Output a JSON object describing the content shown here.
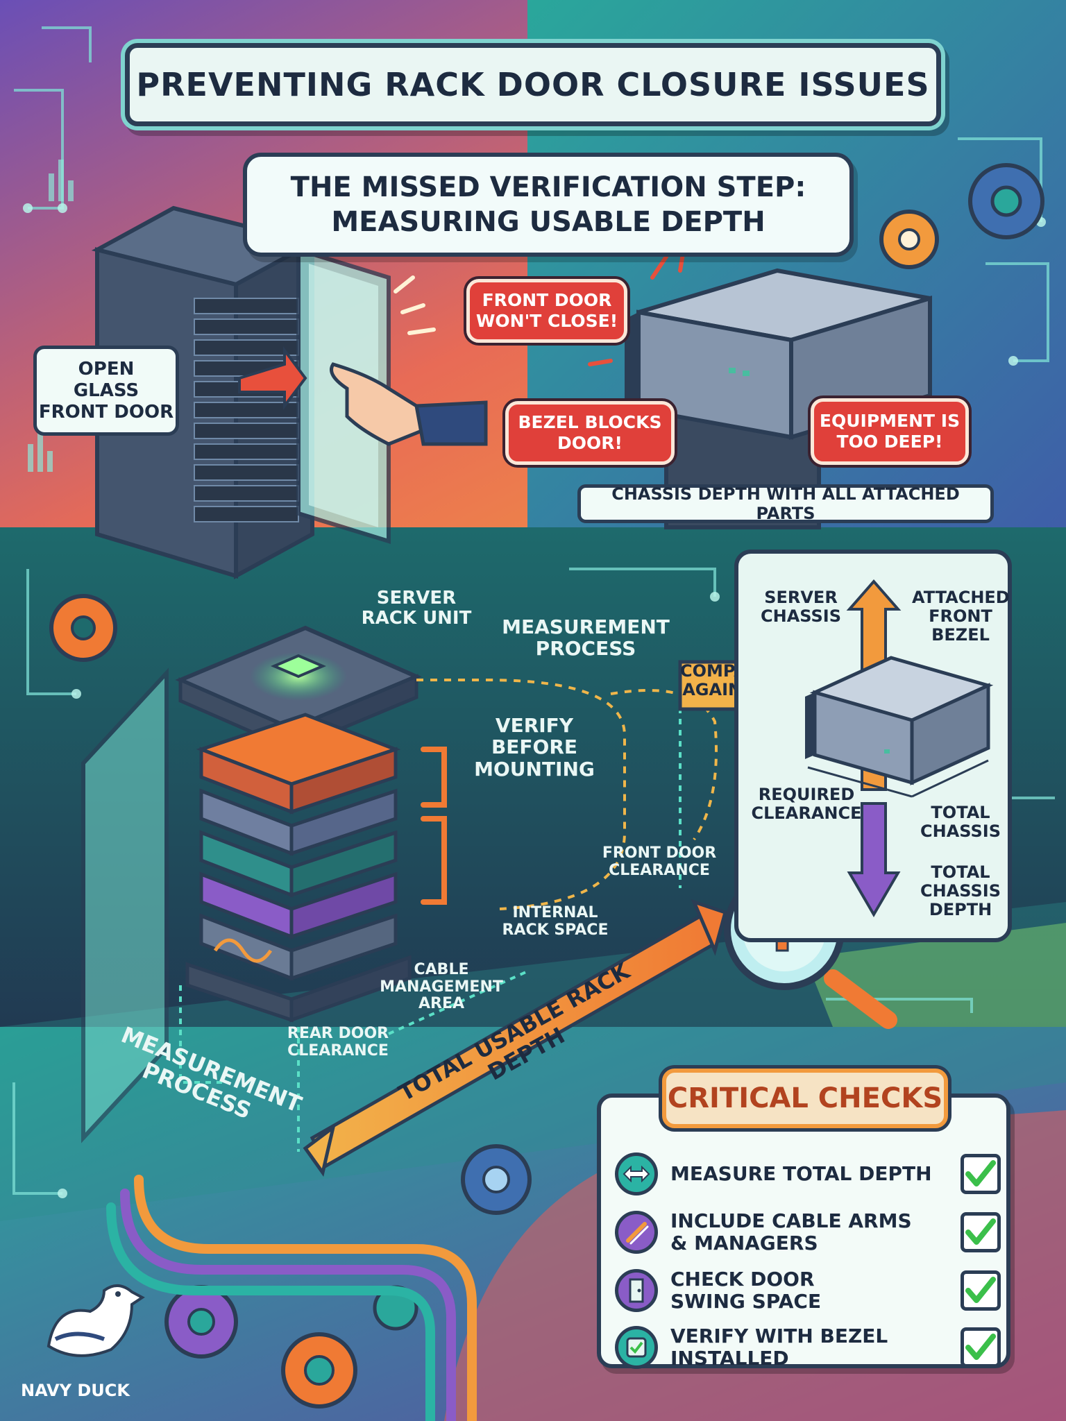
{
  "header": {
    "title": "PREVENTING RACK DOOR CLOSURE ISSUES",
    "subtitle_line1": "THE MISSED VERIFICATION STEP:",
    "subtitle_line2": "MEASURING USABLE DEPTH"
  },
  "top_left": {
    "open_door_line1": "OPEN",
    "open_door_line2": "GLASS",
    "open_door_line3": "FRONT DOOR"
  },
  "top_right": {
    "front_door_line1": "FRONT DOOR",
    "front_door_line2": "WON'T CLOSE!",
    "bezel_line1": "BEZEL BLOCKS",
    "bezel_line2": "DOOR!",
    "deep_line1": "EQUIPMENT IS",
    "deep_line2": "TOO DEEP!",
    "chassis_depth": "CHASSIS DEPTH WITH ALL ATTACHED PARTS"
  },
  "middle": {
    "server_rack_line1": "SERVER",
    "server_rack_line2": "RACK UNIT",
    "measurement_line1": "MEASUREMENT",
    "measurement_line2": "PROCESS",
    "verify_line1": "VERIFY",
    "verify_line2": "BEFORE",
    "verify_line3": "MOUNTING",
    "compare_line1": "COMPARE",
    "compare_line2": "AGAINST",
    "front_clearance_line1": "FRONT DOOR",
    "front_clearance_line2": "CLEARANCE",
    "internal_line1": "INTERNAL",
    "internal_line2": "RACK SPACE",
    "cable_line1": "CABLE",
    "cable_line2": "MANAGEMENT",
    "cable_line3": "AREA",
    "rear_line1": "REAR DOOR",
    "rear_line2": "CLEARANCE",
    "total_usable": "TOTAL USABLE RACK DEPTH",
    "bottom_measure_line1": "MEASUREMENT",
    "bottom_measure_line2": "PROCESS"
  },
  "chassis_panel": {
    "server_chassis_line1": "SERVER",
    "server_chassis_line2": "CHASSIS",
    "bezel_line1": "ATTACHED",
    "bezel_line2": "FRONT",
    "bezel_line3": "BEZEL",
    "required_line1": "REQUIRED",
    "required_line2": "CLEARANCE",
    "total_chassis_line1": "TOTAL",
    "total_chassis_line2": "CHASSIS",
    "total_depth_line1": "TOTAL",
    "total_depth_line2": "CHASSIS",
    "total_depth_line3": "DEPTH"
  },
  "checks": {
    "title": "CRITICAL CHECKS",
    "items": [
      {
        "line1": "MEASURE TOTAL DEPTH",
        "line2": "",
        "icon": "double-arrow-icon",
        "color": "#2bb3a4"
      },
      {
        "line1": "INCLUDE CABLE ARMS",
        "line2": "& MANAGERS",
        "icon": "cable-icon",
        "color": "#8a5cc7"
      },
      {
        "line1": "CHECK DOOR",
        "line2": "SWING SPACE",
        "icon": "door-icon",
        "color": "#8a5cc7"
      },
      {
        "line1": "VERIFY WITH BEZEL",
        "line2": "INSTALLED",
        "icon": "checkbox-icon",
        "color": "#2bb3a4"
      }
    ]
  },
  "brand": {
    "name": "NAVY DUCK"
  },
  "colors": {
    "navy": "#2b3d55",
    "teal": "#2bb3a4",
    "orange": "#f29a3d",
    "red": "#e0403a",
    "purple": "#8a5cc7",
    "check_green": "#3bbf4a"
  }
}
